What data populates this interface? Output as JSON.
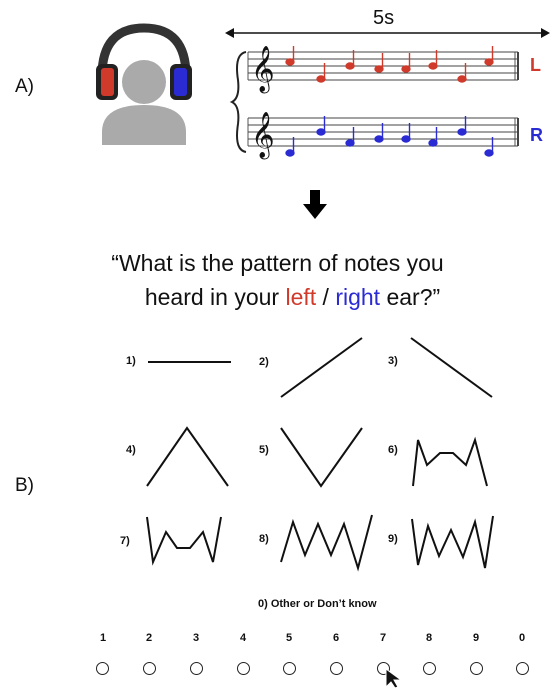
{
  "panel_a": {
    "label": "A)",
    "duration_label": "5s",
    "left_ear_label": "L",
    "right_ear_label": "R",
    "left_color": "#d03a2b",
    "right_color": "#2b2bd4",
    "icons": [
      "person-with-headphones-icon",
      "treble-clef-icon",
      "down-arrow-icon"
    ]
  },
  "question": {
    "prefix": "“What is the pattern of notes you",
    "line2_start": "heard in your ",
    "left_word": "left",
    "separator": " / ",
    "right_word": "right",
    "line2_end": " ear?”"
  },
  "panel_b": {
    "label": "B)",
    "options": [
      {
        "number": "1)",
        "pattern": "flat"
      },
      {
        "number": "2)",
        "pattern": "rising"
      },
      {
        "number": "3)",
        "pattern": "falling"
      },
      {
        "number": "4)",
        "pattern": "peak"
      },
      {
        "number": "5)",
        "pattern": "valley"
      },
      {
        "number": "6)",
        "pattern": "m-shape"
      },
      {
        "number": "7)",
        "pattern": "w-shape"
      },
      {
        "number": "8)",
        "pattern": "triple-peak"
      },
      {
        "number": "9)",
        "pattern": "double-w"
      }
    ],
    "other_option": "0)  Other or Don’t know",
    "scale": [
      "1",
      "2",
      "3",
      "4",
      "5",
      "6",
      "7",
      "8",
      "9",
      "0"
    ]
  }
}
